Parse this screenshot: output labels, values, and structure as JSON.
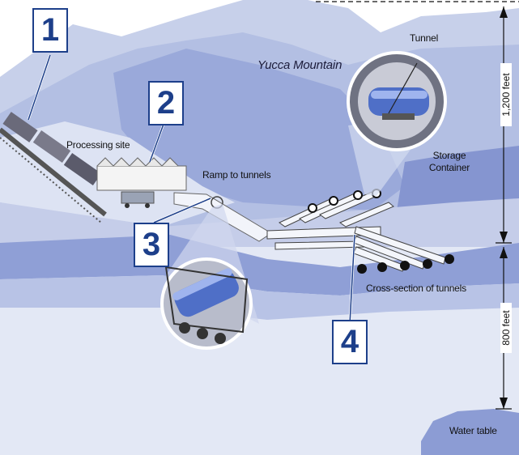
{
  "labels": {
    "mountain": "Yucca Mountain",
    "processing_site": "Processing site",
    "ramp": "Ramp to tunnels",
    "cross_section": "Cross-section of tunnels",
    "tunnel": "Tunnel",
    "storage_container": "Storage Container",
    "water_table": "Water table"
  },
  "markers": [
    "1",
    "2",
    "3",
    "4"
  ],
  "depths": {
    "upper": "1,200 feet",
    "lower": "800 feet"
  },
  "colors": {
    "mountain_light": "#c7d0ea",
    "mountain_mid": "#98a7d8",
    "mountain_dark": "#6f80c2",
    "ground_pale": "#e3e8f5",
    "marker_blue": "#1d3f8a"
  }
}
